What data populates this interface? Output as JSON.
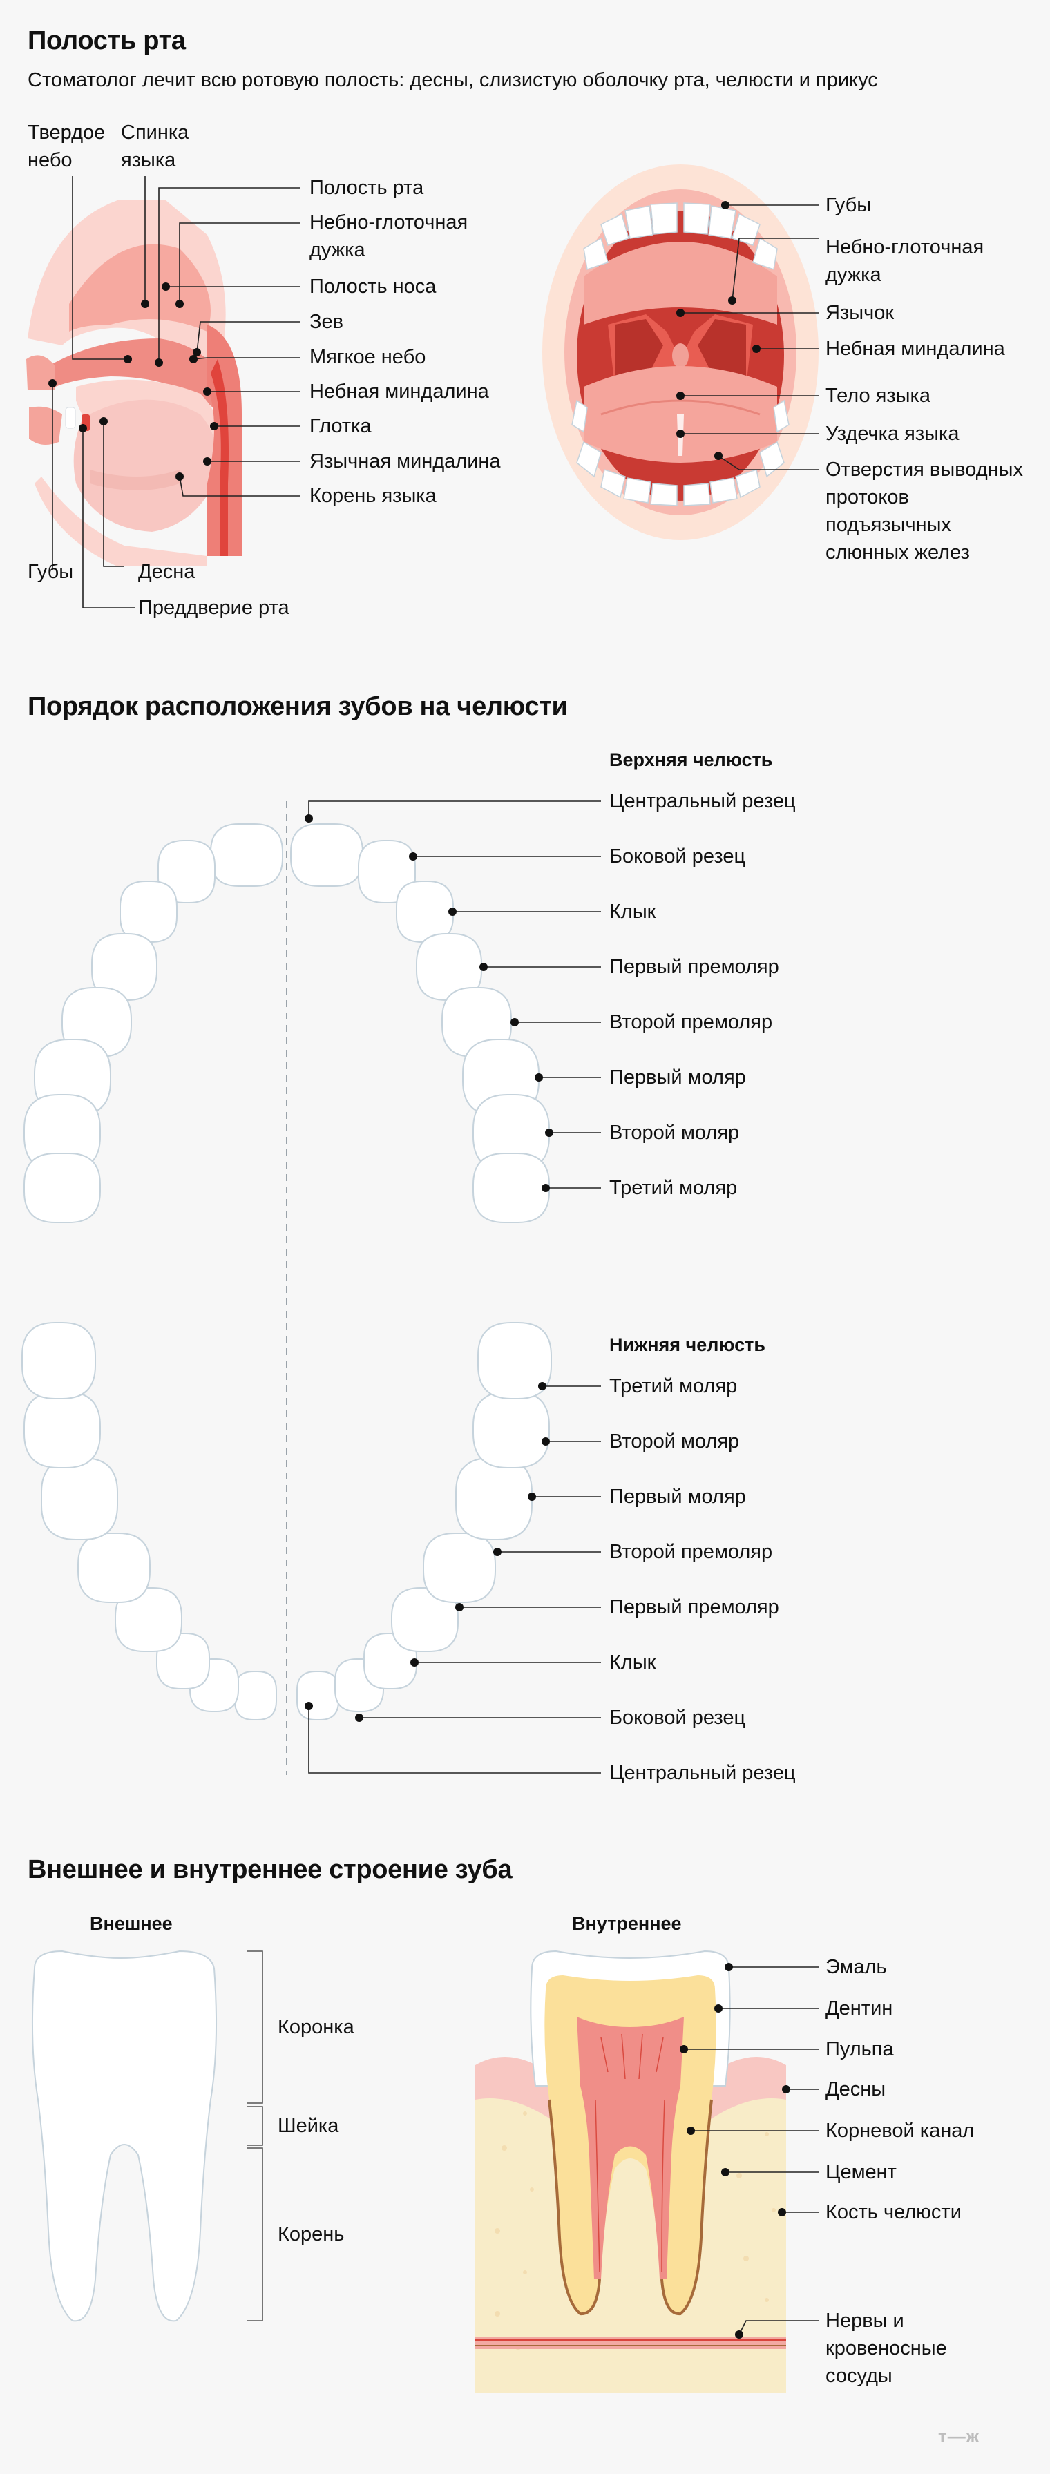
{
  "mouth": {
    "title": "Полость рта",
    "subtitle": "Стоматолог лечит всю ротовую полость: десны, слизистую оболочку рта, челюсти и прикус",
    "side_labels": {
      "hard_palate": "Твердое небо",
      "tongue_back": "Спинка языка",
      "oral_cavity": "Полость рта",
      "palatoglossal_arch": "Небно-глоточная дужка",
      "nasal_cavity": "Полость носа",
      "fauces": "Зев",
      "soft_palate": "Мягкое небо",
      "palatine_tonsil": "Небная миндалина",
      "pharynx": "Глотка",
      "lingual_tonsil": "Язычная миндалина",
      "tongue_root": "Корень языка",
      "lips": "Губы",
      "gum": "Десна",
      "vestibule": "Преддверие рта"
    },
    "front_labels": {
      "lips": "Губы",
      "arch": "Небно-глоточная дужка",
      "uvula": "Язычок",
      "tonsil": "Небная миндалина",
      "tongue_body": "Тело языка",
      "frenulum": "Уздечка языка",
      "ducts": "Отверстия выводных протоков подъязычных слюнных желез"
    }
  },
  "teeth_order": {
    "title": "Порядок расположения зубов на челюсти",
    "upper_title": "Верхняя челюсть",
    "upper": [
      "Центральный резец",
      "Боковой резец",
      "Клык",
      "Первый премоляр",
      "Второй премоляр",
      "Первый моляр",
      "Второй моляр",
      "Третий моляр"
    ],
    "lower_title": "Нижняя челюсть",
    "lower": [
      "Третий моляр",
      "Второй моляр",
      "Первый моляр",
      "Второй премоляр",
      "Первый премоляр",
      "Клык",
      "Боковой резец",
      "Центральный резец"
    ]
  },
  "structure": {
    "title": "Внешнее и внутреннее строение зуба",
    "external_title": "Внешнее",
    "external": [
      "Коронка",
      "Шейка",
      "Корень"
    ],
    "internal_title": "Внутреннее",
    "internal": [
      "Эмаль",
      "Дентин",
      "Пульпа",
      "Десны",
      "Корневой канал",
      "Цемент",
      "Кость челюсти",
      "Нервы и кровеносные сосуды"
    ]
  },
  "watermark": "т—ж",
  "colors": {
    "background": "#f7f7f7",
    "pink_light": "#f8c7c2",
    "pink": "#f08e88",
    "red": "#e0443c",
    "bone": "#f8ecc8",
    "dentin": "#fbe09a",
    "outline": "#c6d3dc"
  }
}
